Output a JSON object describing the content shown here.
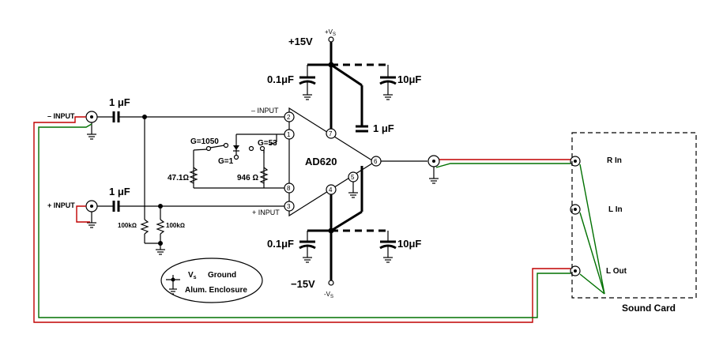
{
  "supply": {
    "pos_rail": "+V",
    "pos_rail_sub": "S",
    "pos_voltage": "+15V",
    "neg_rail": "-V",
    "neg_rail_sub": "S",
    "neg_voltage": "−15V"
  },
  "bypass": {
    "small_cap": "0.1μF",
    "large_cap": "10μF"
  },
  "amplifier": {
    "part": "AD620",
    "pin_labels": [
      "2",
      "1",
      "8",
      "3",
      "7",
      "5",
      "4",
      "6"
    ],
    "minus_input": "– INPUT",
    "plus_input": "+ INPUT",
    "feedback_cap": "1 μF"
  },
  "gain": {
    "g1050": "G=1050",
    "g1": "G=1",
    "g53": "G=53",
    "r_high": "47.1Ω",
    "r_low": "946 Ω"
  },
  "inputs": {
    "minus_label": "– INPUT",
    "plus_label": "+ INPUT",
    "coupling_cap": "1 μF",
    "bias_resistor": "100kΩ"
  },
  "legend": {
    "vs": "V",
    "vs_sub": "s",
    "ground": "Ground",
    "enclosure": "Alum. Enclosure"
  },
  "sound_card": {
    "title": "Sound Card",
    "r_in": "R In",
    "l_in": "L In",
    "l_out": "L Out"
  },
  "colors": {
    "wire": "#000000",
    "red_wire": "#c00000",
    "green_wire": "#007000"
  }
}
